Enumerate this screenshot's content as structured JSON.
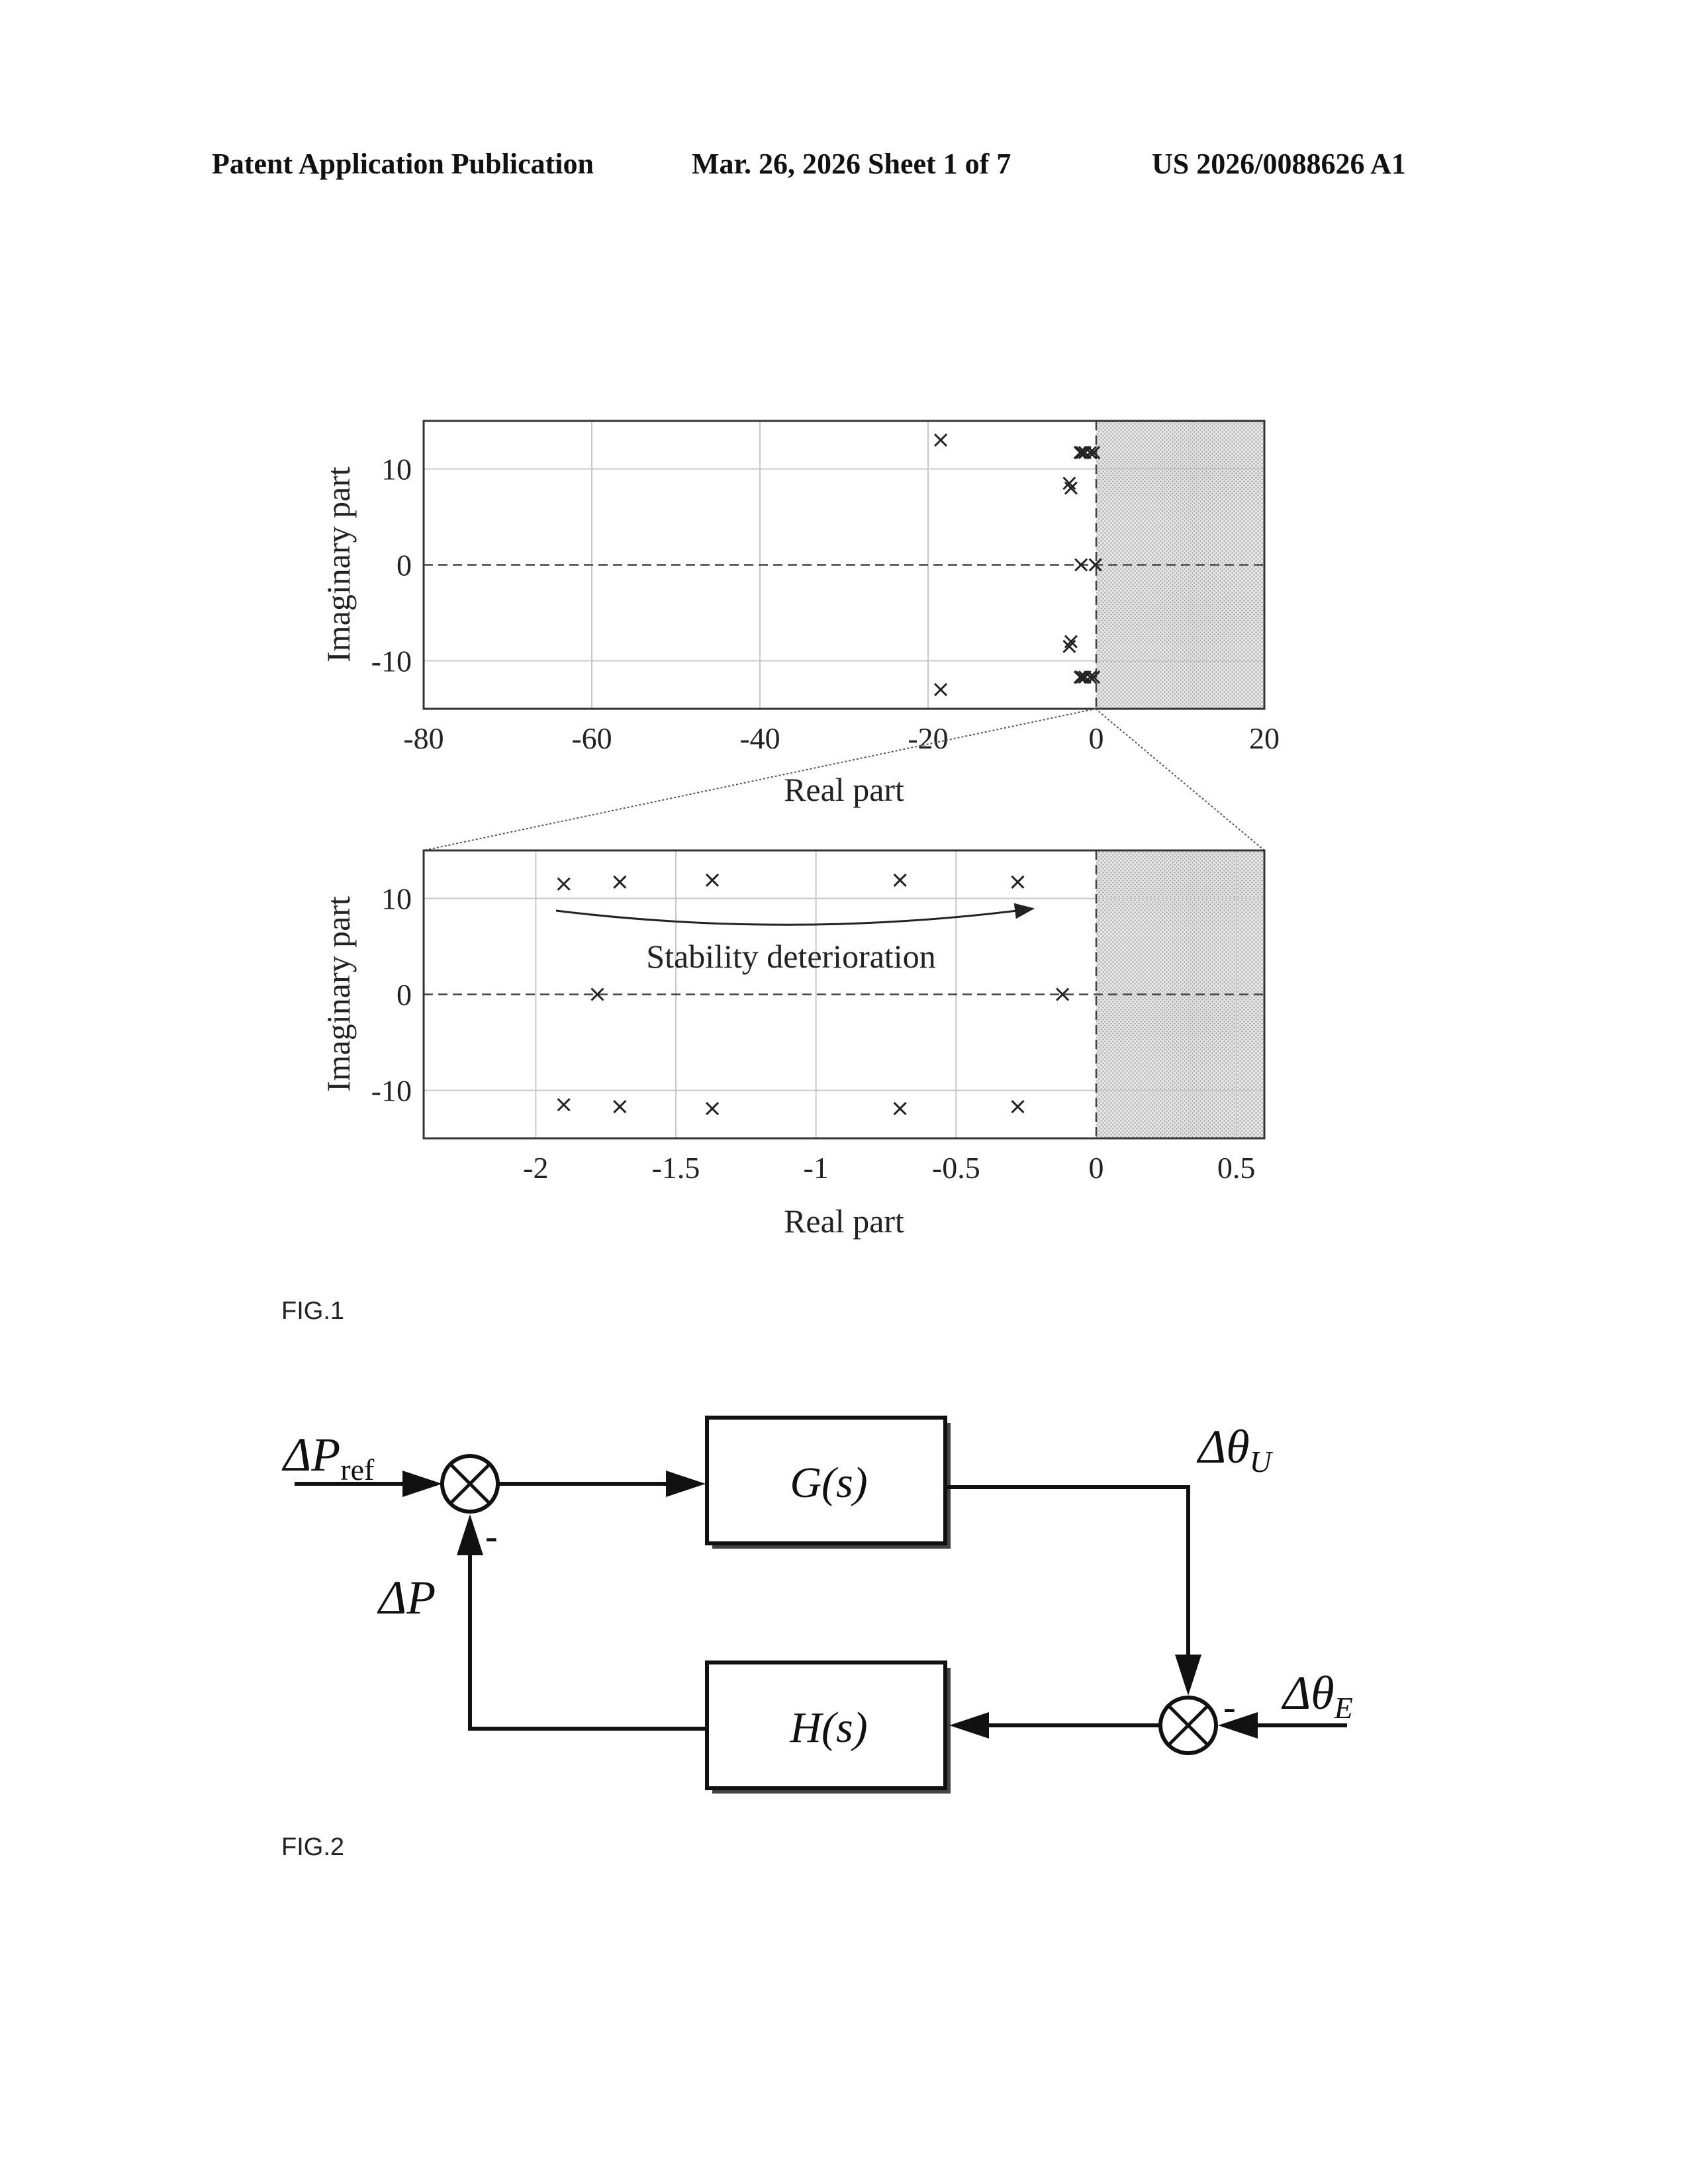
{
  "header": {
    "left": "Patent Application Publication",
    "middle": "Mar. 26, 2026  Sheet 1 of 7",
    "right": "US 2026/0088626 A1"
  },
  "figures": {
    "fig1_label": "FIG.1",
    "fig2_label": "FIG.2"
  },
  "chart_data": [
    {
      "type": "scatter",
      "marker": "x",
      "xlabel": "Real part",
      "ylabel": "Imaginary part",
      "xlim": [
        -80,
        20
      ],
      "ylim": [
        -15,
        15
      ],
      "xticks": [
        "-80",
        "-60",
        "-40",
        "-20",
        "0",
        "20"
      ],
      "yticks": [
        "10",
        "0",
        "-10"
      ],
      "grid": true,
      "shaded_region": {
        "x_from": 0,
        "x_to": 20
      },
      "points": [
        {
          "x": -18.5,
          "y": 13
        },
        {
          "x": -18.5,
          "y": -13
        },
        {
          "x": -3.2,
          "y": 8.5
        },
        {
          "x": -3.0,
          "y": 8.0
        },
        {
          "x": -3.2,
          "y": -8.5
        },
        {
          "x": -3.0,
          "y": -8.0
        },
        {
          "x": -1.9,
          "y": 11.7
        },
        {
          "x": -1.7,
          "y": 11.7
        },
        {
          "x": -1.35,
          "y": 11.7
        },
        {
          "x": -0.7,
          "y": 11.7
        },
        {
          "x": -0.3,
          "y": 11.7
        },
        {
          "x": -1.9,
          "y": -11.7
        },
        {
          "x": -1.7,
          "y": -11.7
        },
        {
          "x": -1.35,
          "y": -11.7
        },
        {
          "x": -0.7,
          "y": -11.7
        },
        {
          "x": -0.3,
          "y": -11.7
        },
        {
          "x": -1.8,
          "y": 0
        },
        {
          "x": -0.1,
          "y": 0
        }
      ]
    },
    {
      "type": "scatter",
      "marker": "x",
      "xlabel": "Real part",
      "ylabel": "Imaginary part",
      "xlim": [
        -2.4,
        0.6
      ],
      "ylim": [
        -15,
        15
      ],
      "xticks": [
        "-2",
        "-1.5",
        "-1",
        "-0.5",
        "0",
        "0.5"
      ],
      "yticks": [
        "10",
        "0",
        "-10"
      ],
      "grid": true,
      "shaded_region": {
        "x_from": 0,
        "x_to": 0.6
      },
      "annotation": "Stability deterioration",
      "points": [
        {
          "x": -1.9,
          "y": 11.5
        },
        {
          "x": -1.7,
          "y": 11.7
        },
        {
          "x": -1.37,
          "y": 11.9
        },
        {
          "x": -0.7,
          "y": 11.9
        },
        {
          "x": -0.28,
          "y": 11.7
        },
        {
          "x": -1.9,
          "y": -11.5
        },
        {
          "x": -1.7,
          "y": -11.7
        },
        {
          "x": -1.37,
          "y": -11.9
        },
        {
          "x": -0.7,
          "y": -11.9
        },
        {
          "x": -0.28,
          "y": -11.7
        },
        {
          "x": -1.78,
          "y": 0
        },
        {
          "x": -0.12,
          "y": 0
        }
      ]
    }
  ],
  "diagram": {
    "g_block": "G(s)",
    "h_block": "H(s)",
    "in_ref": {
      "base": "ΔP",
      "sub": "ref"
    },
    "feedback": "ΔP",
    "out_u": {
      "base": "Δθ",
      "sub": "U"
    },
    "in_e": {
      "base": "Δθ",
      "sub": "E"
    },
    "minus_top": "-",
    "minus_right": "-"
  },
  "colors": {
    "ink": "#111111",
    "shade": "#d6d6d6",
    "grid": "#c8c8c8"
  }
}
